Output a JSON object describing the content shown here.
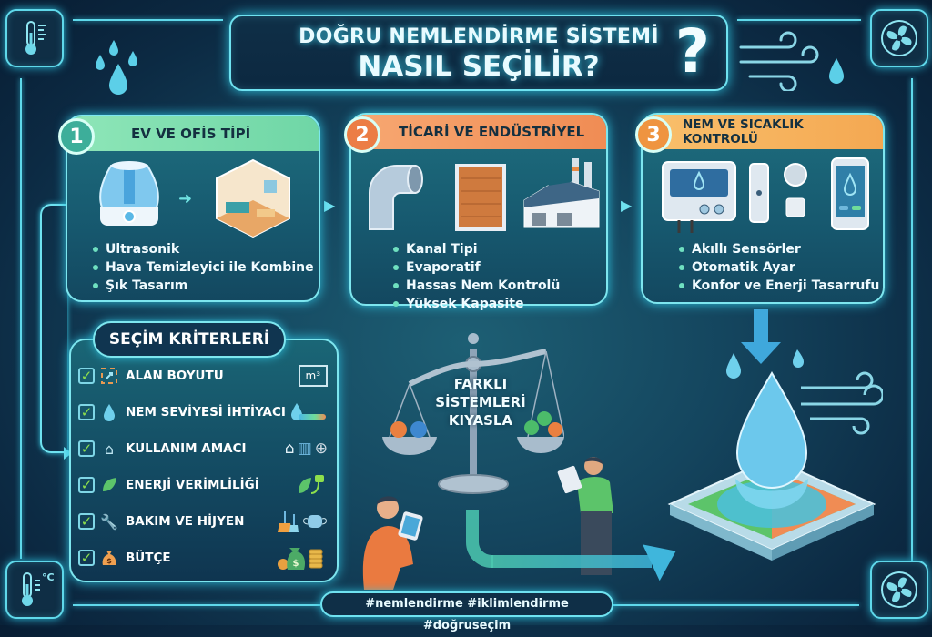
{
  "header": {
    "title_line1": "DOĞRU NEMLENDİRME SİSTEMİ",
    "title_line2": "NASIL SEÇİLİR?",
    "question_mark": "?"
  },
  "cards": [
    {
      "number": "1",
      "title": "EV VE OFİS TİPİ",
      "header_color": "#7fdcaa",
      "badge_color": "#3dae9a",
      "illustrations": [
        "humidifier-icon",
        "living-room-icon"
      ],
      "bullets": [
        "Ultrasonik",
        "Hava Temizleyici ile Kombine",
        "Şık Tasarım"
      ]
    },
    {
      "number": "2",
      "title": "TİCARİ VE ENDÜSTRİYEL",
      "header_color": "#f39a62",
      "badge_color": "#ec7d45",
      "illustrations": [
        "duct-pipe-icon",
        "evaporative-pad-icon",
        "factory-icon"
      ],
      "bullets": [
        "Kanal Tipi",
        "Evaporatif",
        "Hassas Nem Kontrolü",
        "Yüksek Kapasite"
      ]
    },
    {
      "number": "3",
      "title": "NEM VE SICAKLIK KONTROLÜ",
      "header_color": "#f6b45c",
      "badge_color": "#ef9440",
      "illustrations": [
        "control-panel-icon",
        "sensor-icon",
        "smartphone-icon"
      ],
      "bullets": [
        "Akıllı Sensörler",
        "Otomatik Ayar",
        "Konfor ve Enerji Tasarrufu"
      ]
    }
  ],
  "criteria": {
    "title": "SEÇİM KRİTERLERİ",
    "items": [
      {
        "label": "ALAN BOYUTU",
        "icon": "area-resize-icon",
        "right_icons": [
          "m³"
        ]
      },
      {
        "label": "NEM SEVİYESİ İHTİYACI",
        "icon": "water-drop-icon",
        "right_icons": [
          "humidity-gauge-icon"
        ]
      },
      {
        "label": "KULLANIM AMACI",
        "icon": "house-icon",
        "right_icons": [
          "house-icon",
          "office-building-icon",
          "globe-building-icon"
        ]
      },
      {
        "label": "ENERJİ VERİMLİLİĞİ",
        "icon": "leaf-icon",
        "right_icons": [
          "leaf-plug-icon"
        ]
      },
      {
        "label": "BAKIM VE HİJYEN",
        "icon": "maintenance-icon",
        "right_icons": [
          "broom-icon",
          "face-mask-icon"
        ]
      },
      {
        "label": "BÜTÇE",
        "icon": "money-bag-icon",
        "right_icons": [
          "money-coins-icon"
        ]
      }
    ],
    "checkmark": "✓",
    "area_unit": "m³"
  },
  "scale": {
    "text_line1": "FARKLI",
    "text_line2": "SİSTEMLERİ",
    "text_line3": "KIYASLA"
  },
  "footer": {
    "hashtags": "#nemlendirme #iklimlendirme #doğruseçim"
  },
  "corner_icons": {
    "top_left": "thermometer-icon",
    "top_right": "fan-icon",
    "bottom_left": "thermometer-celsius-icon",
    "bottom_left_unit": "°C",
    "bottom_right": "fan-icon"
  },
  "colors": {
    "background": "#0c2a43",
    "glow": "#5fd8ea",
    "check": "#8ee04c"
  }
}
